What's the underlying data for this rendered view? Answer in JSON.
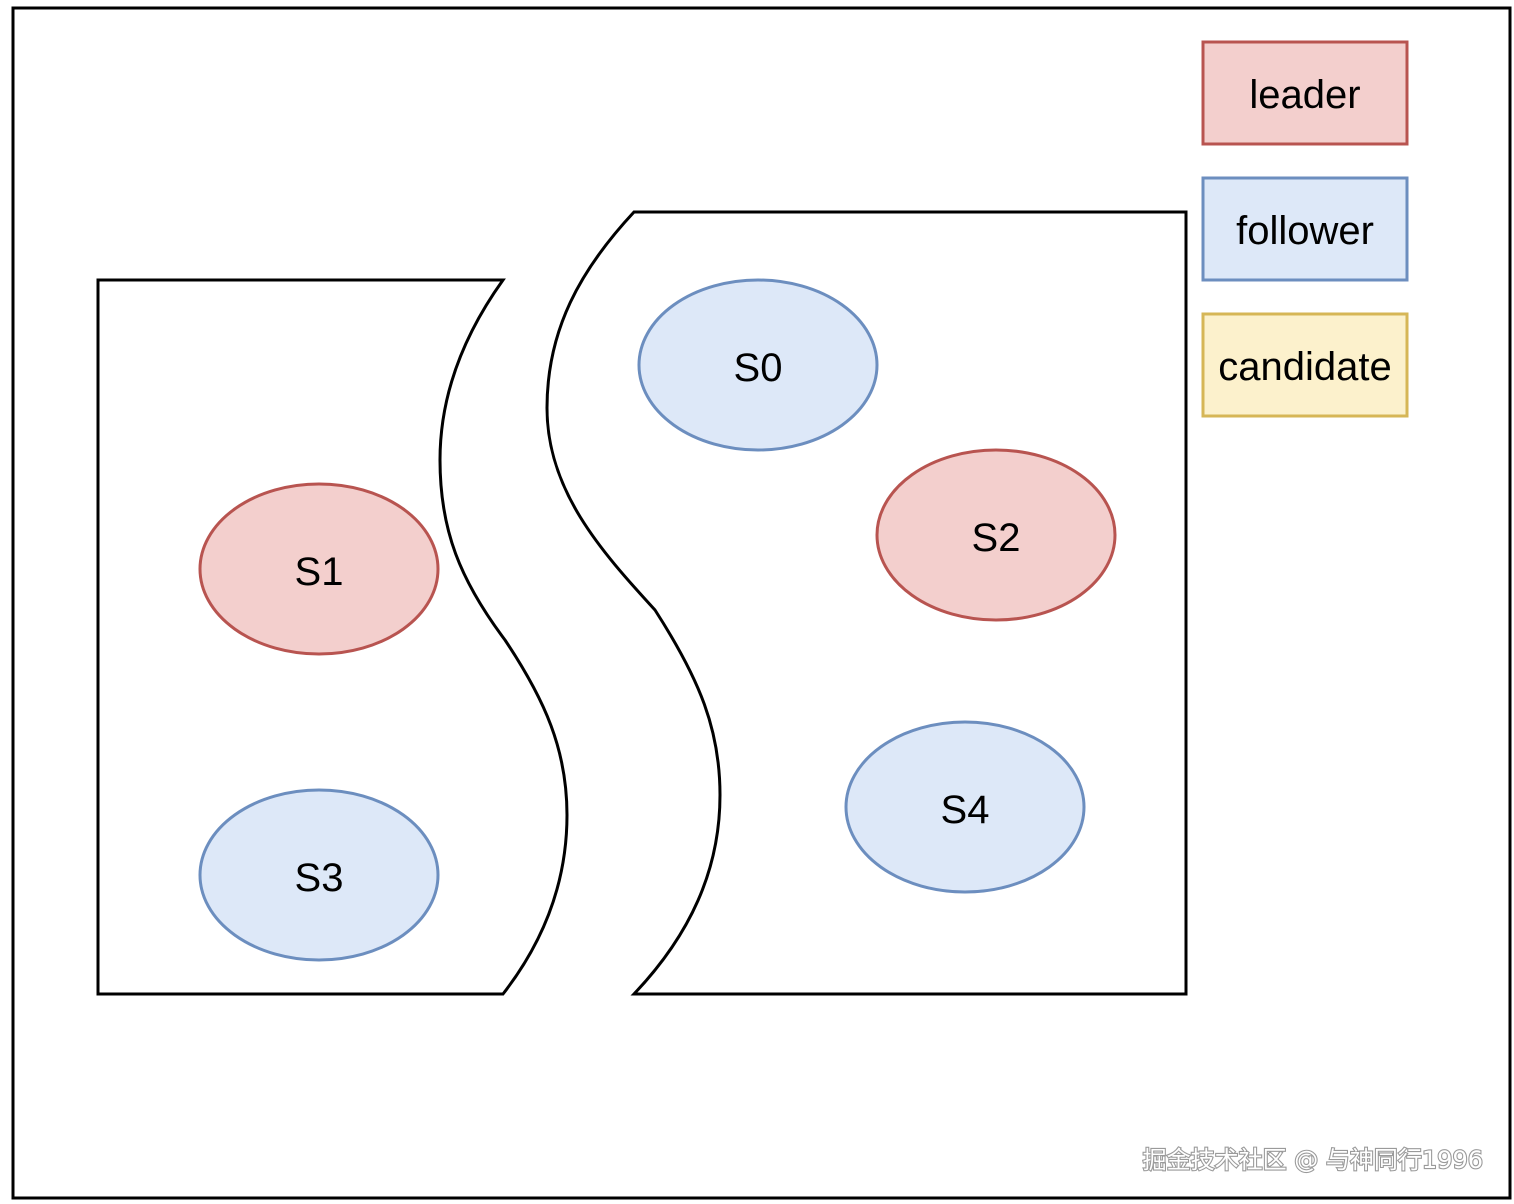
{
  "colors": {
    "leader_fill": "#f3cfcd",
    "leader_stroke": "#b85450",
    "follower_fill": "#dde8f8",
    "follower_stroke": "#6c8ebf",
    "candidate_fill": "#fcf1cc",
    "candidate_stroke": "#d6b656",
    "outline": "#000000"
  },
  "legend": {
    "leader": "leader",
    "follower": "follower",
    "candidate": "candidate"
  },
  "nodes": {
    "s0": {
      "label": "S0",
      "role": "follower"
    },
    "s1": {
      "label": "S1",
      "role": "leader"
    },
    "s2": {
      "label": "S2",
      "role": "leader"
    },
    "s3": {
      "label": "S3",
      "role": "follower"
    },
    "s4": {
      "label": "S4",
      "role": "follower"
    }
  },
  "partitions": {
    "left": [
      "S1",
      "S3"
    ],
    "right": [
      "S0",
      "S2",
      "S4"
    ]
  },
  "watermark": "掘金技术社区 @ 与神同行1996"
}
